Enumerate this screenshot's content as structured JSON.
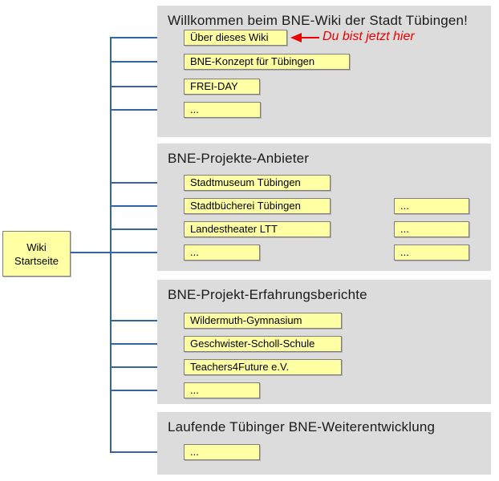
{
  "diagram_title": "Willkommen beim BNE-Wiki der Stadt Tübingen!",
  "root": {
    "line1": "Wiki",
    "line2": "Startseite"
  },
  "annotation": {
    "label": "Du bist jetzt hier"
  },
  "colors": {
    "connector_blue": "#3465a4",
    "node_fill": "#ffffa3",
    "node_border": "#7f7f7f",
    "panel_background": "#dcdcdc",
    "annotation_red": "#ee0000",
    "page_background": "#ffffff"
  },
  "sections": [
    {
      "title": "Willkommen beim BNE-Wiki der Stadt Tübingen!",
      "items": [
        {
          "label": "Über dieses Wiki"
        },
        {
          "label": "BNE-Konzept für Tübingen"
        },
        {
          "label": "FREI-DAY"
        },
        {
          "label": "..."
        }
      ]
    },
    {
      "title": "BNE-Projekte-Anbieter",
      "items": [
        {
          "label": "Stadtmuseum Tübingen"
        },
        {
          "label": "Stadtbücherei Tübingen"
        },
        {
          "label": "Landestheater LTT"
        },
        {
          "label": "..."
        }
      ],
      "subitems": [
        {
          "label": "..."
        },
        {
          "label": "..."
        },
        {
          "label": "..."
        }
      ]
    },
    {
      "title": "BNE-Projekt-Erfahrungsberichte",
      "items": [
        {
          "label": "Wildermuth-Gymnasium"
        },
        {
          "label": "Geschwister-Scholl-Schule"
        },
        {
          "label": "Teachers4Future e.V."
        },
        {
          "label": "..."
        }
      ]
    },
    {
      "title": "Laufende Tübinger BNE-Weiterentwicklung",
      "items": [
        {
          "label": "..."
        }
      ]
    }
  ]
}
